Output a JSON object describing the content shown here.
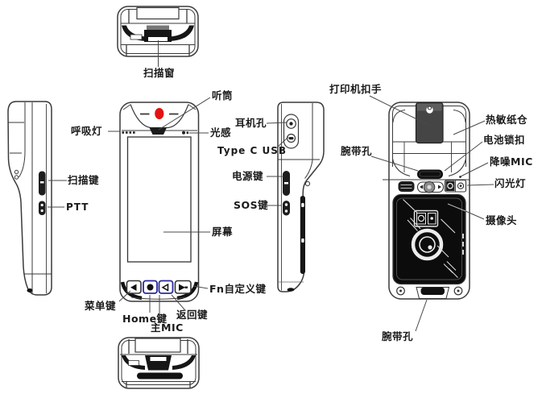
{
  "diagram": {
    "subject": "handheld-printer-terminal-views",
    "colors": {
      "line": "#3a3a3a",
      "accent_red": "#e31212",
      "key_blue": "#2a2a9e",
      "black_fill": "#111111"
    },
    "labels": {
      "scan_window": "扫描窗",
      "earpiece": "听筒",
      "breathing_light": "呼吸灯",
      "light_sensor": "光感",
      "headphone_jack": "耳机孔",
      "type_c_usb": "Type C USB",
      "power_key": "电源键",
      "sos_key": "SOS键",
      "screen": "屏幕",
      "scan_key": "扫描键",
      "ptt": "PTT",
      "menu_key": "菜单键",
      "home_key": "Home键",
      "main_mic": "主MIC",
      "back_key": "返回键",
      "fn_key": "Fn自定义键",
      "printer_latch": "打印机扣手",
      "thermal_paper": "热敏纸仓",
      "battery_lock": "电池锁扣",
      "wrist_strap_hole_back": "腕带孔",
      "noise_mic": "降噪MIC",
      "flash": "闪光灯",
      "camera": "摄像头",
      "wrist_strap_hole_bottom": "腕带孔"
    }
  }
}
